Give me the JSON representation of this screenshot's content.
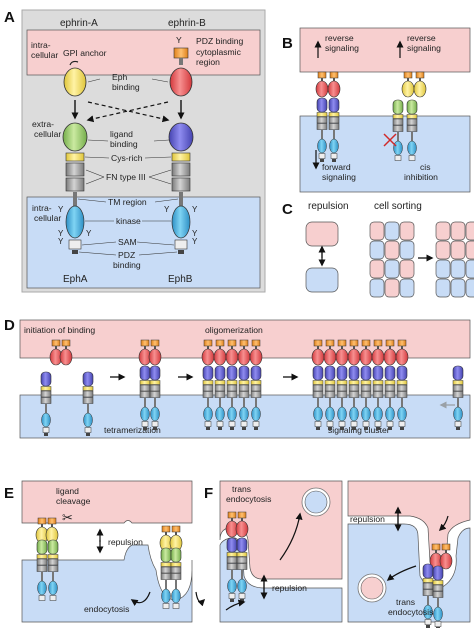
{
  "panels": {
    "a": "A",
    "b": "B",
    "c": "C",
    "d": "D",
    "e": "E",
    "f": "F"
  },
  "panel_a": {
    "ephrin_a": "ephrin-A",
    "ephrin_b": "ephrin-B",
    "intra_top_1": "intra-",
    "intra_top_2": "cellular",
    "gpi_anchor": "GPI anchor",
    "pdz_binding_top": "PDZ binding",
    "cytoplasmic_1": "cytoplasmic",
    "cytoplasmic_2": "region",
    "eph_binding_1": "Eph",
    "eph_binding_2": "binding",
    "extra_1": "extra-",
    "extra_2": "cellular",
    "ligand_binding_1": "ligand",
    "ligand_binding_2": "binding",
    "cys_rich": "Cys-rich",
    "fn_type_iii": "FN type III",
    "tm_region": "TM region",
    "kinase": "kinase",
    "sam": "SAM",
    "pdz": "PDZ",
    "binding": "binding",
    "intra_bot_1": "intra-",
    "intra_bot_2": "cellular",
    "y": "Y",
    "epha": "EphA",
    "ephb": "EphB"
  },
  "panel_b": {
    "reverse_1": "reverse",
    "signaling": "signaling",
    "forward_1": "forward",
    "cis_1": "cis",
    "cis_2": "inhibition"
  },
  "panel_c": {
    "repulsion": "repulsion",
    "cell_sorting": "cell sorting",
    "mixed_grid": [
      [
        "pink",
        "blue",
        "pink"
      ],
      [
        "blue",
        "pink",
        "blue"
      ],
      [
        "pink",
        "blue",
        "pink"
      ],
      [
        "blue",
        "pink",
        "blue"
      ]
    ],
    "sorted_grid": [
      [
        "pink",
        "pink",
        "pink"
      ],
      [
        "pink",
        "pink",
        "pink"
      ],
      [
        "blue",
        "blue",
        "blue"
      ],
      [
        "blue",
        "blue",
        "blue"
      ]
    ]
  },
  "panel_d": {
    "initiation": "initiation of binding",
    "oligomerization": "oligomerization",
    "tetramerization": "tetramerization",
    "signaling_cluster": "signaling cluster"
  },
  "panel_e": {
    "ligand": "ligand",
    "cleavage": "cleavage",
    "scissors_glyph": "✂",
    "repulsion": "repulsion",
    "endocytosis": "endocytosis"
  },
  "panel_f": {
    "trans": "trans",
    "endocytosis": "endocytosis",
    "repulsion": "repulsion"
  },
  "colors": {
    "ligand_cell": "#f7cfcf",
    "receptor_cell": "#c8dcf6",
    "ephrin_b": "#d3383c",
    "ephrin_a": "#dfc53a",
    "epha_ligand_binding": "#74ad4a",
    "ephb_ligand_binding": "#4543b0",
    "kinase": "#2e8fc4",
    "fn_type_iii": "#9a9a9a",
    "pdz_motif": "#e0801a"
  }
}
